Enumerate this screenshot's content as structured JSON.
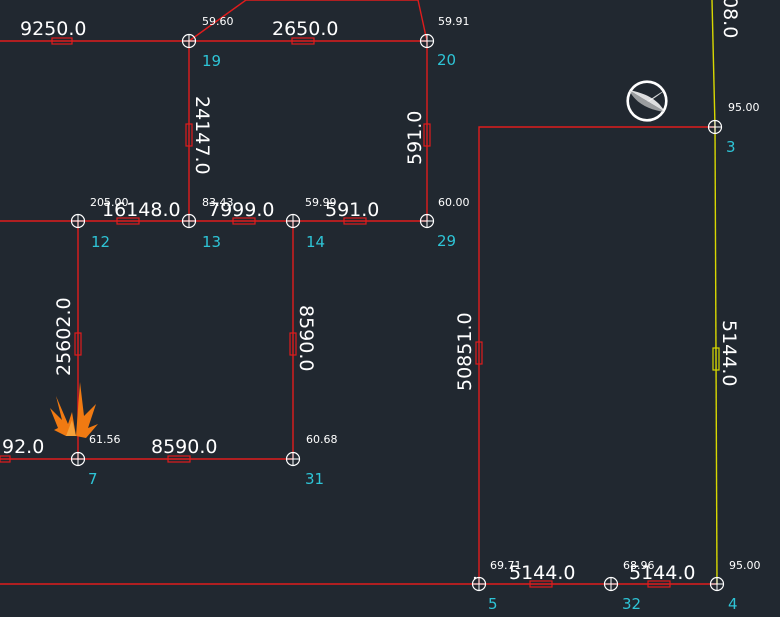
{
  "nodes": [
    {
      "id": "19",
      "elev": "59.60"
    },
    {
      "id": "20",
      "elev": "59.91"
    },
    {
      "id": "3",
      "elev": "95.00"
    },
    {
      "id": "12",
      "elev": "205.00"
    },
    {
      "id": "13",
      "elev": "83.43"
    },
    {
      "id": "14",
      "elev": "59.99"
    },
    {
      "id": "29",
      "elev": "60.00"
    },
    {
      "id": "7",
      "elev": "61.56"
    },
    {
      "id": "31",
      "elev": "60.68"
    },
    {
      "id": "5",
      "elev": "69.71"
    },
    {
      "id": "32",
      "elev": "68.96"
    },
    {
      "id": "4",
      "elev": "95.00"
    }
  ],
  "pipe_lengths": {
    "p_top_left": "9250.0",
    "p_19_20": "2650.0",
    "p_19_13": "24147.0",
    "p_20_29": "591.0",
    "p_12_13": "16148.0",
    "p_13_14": "7999.0",
    "p_14_29": "591.0",
    "p_12_7": "25602.0",
    "p_14_31": "8590.0",
    "p_7_31": "8590.0",
    "p_left_7": "92.0",
    "p_3_5": "50851.0",
    "p_3_4": "5144.0",
    "p_5_32": "5144.0",
    "p_32_4": "5144.0",
    "p_top_right": "08.0"
  },
  "colors": {
    "background": "#212830",
    "pipe": "#e01c1c",
    "supply_pipe": "#d8d800",
    "node_label": "#2ec4d6",
    "text": "#ffffff",
    "burst_marker": "#f07a12"
  },
  "icons": [
    "junction-node-icon",
    "reservoir-icon",
    "pipe-burst-icon",
    "valve-icon"
  ]
}
